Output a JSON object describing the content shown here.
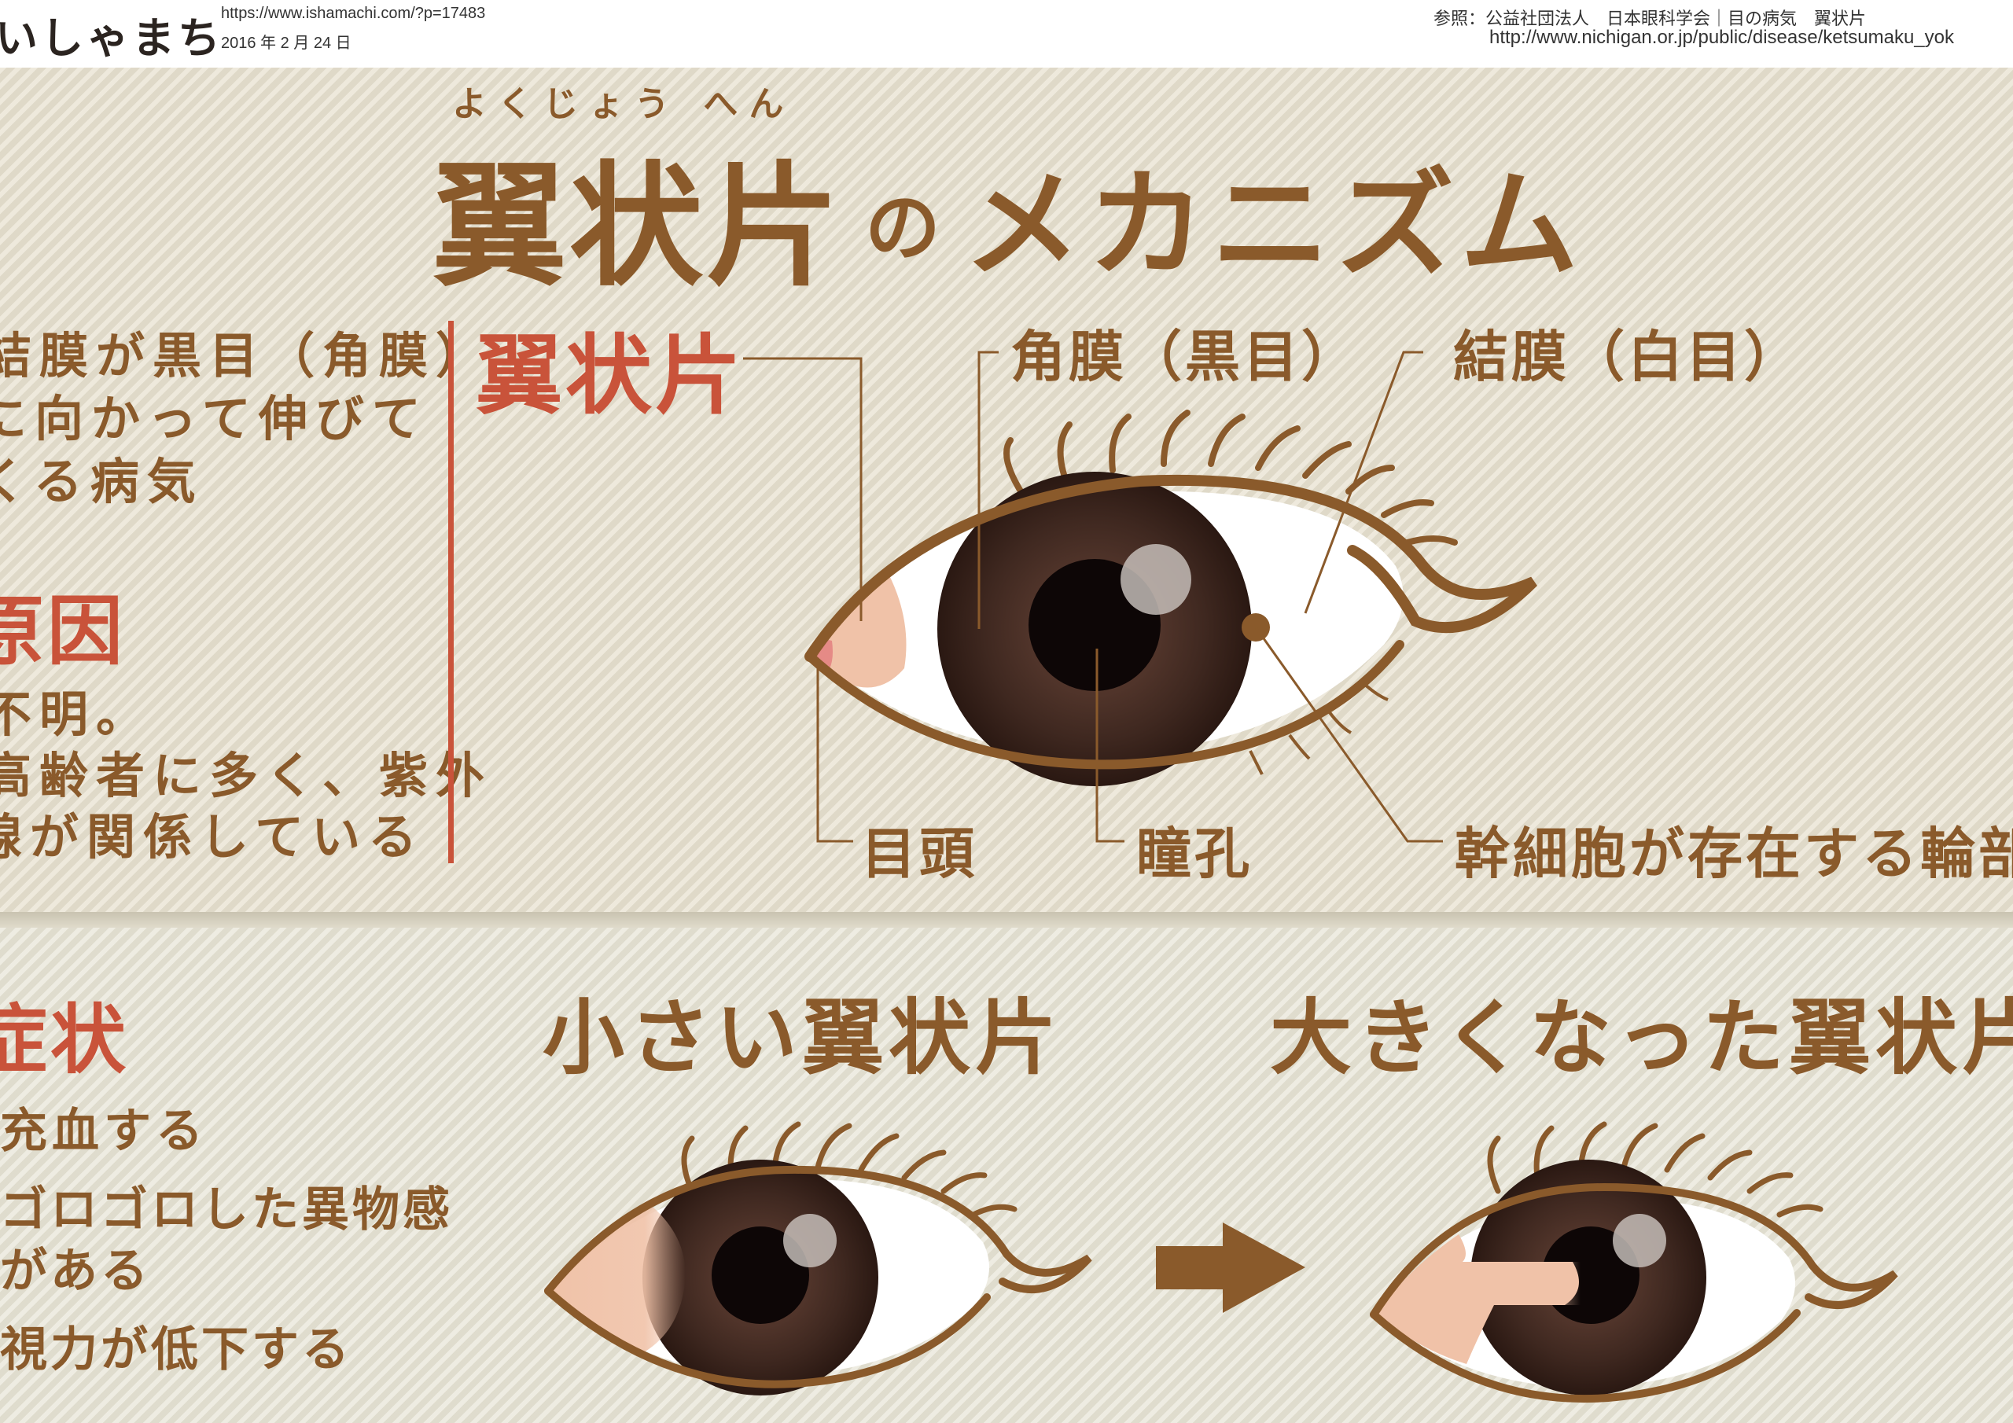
{
  "header": {
    "logo": "いしゃまち",
    "url": "https://www.ishamachi.com/?p=17483",
    "date": "2016 年 2 月 24 日",
    "reference_line1": "参照：公益社団法人　日本眼科学会｜目の病気　翼状片",
    "reference_line2": "http://www.nichigan.or.jp/public/disease/ketsumaku_yok"
  },
  "title": {
    "ruby": "よくじょう へん",
    "kanji": "翼状片",
    "particle": "の",
    "rest": "メカニズム"
  },
  "definition": {
    "lines": [
      "結膜が黒目（角膜）",
      "に向かって伸びて",
      "くる病気"
    ]
  },
  "cause": {
    "heading": "原因",
    "lines": [
      "不明。",
      "高齢者に多く、紫外",
      "線が関係している"
    ]
  },
  "symptoms": {
    "heading": "症状",
    "items": [
      "充血する",
      "ゴロゴロした異物感",
      "がある",
      "視力が低下する"
    ]
  },
  "diagram": {
    "pterygium_label": "翼状片",
    "cornea_label": "角膜（黒目）",
    "conjunctiva_label": "結膜（白目）",
    "inner_corner_label": "目頭",
    "pupil_label": "瞳孔",
    "limbus_label": "幹細胞が存在する輪部"
  },
  "comparison": {
    "small_label": "小さい翼状片",
    "large_label": "大きくなった翼状片"
  },
  "colors": {
    "brown": "#8a5a2b",
    "red": "#c9533a",
    "iris": "#3b2620",
    "pupil": "#0d0606",
    "pterygium": "#f0c2a8",
    "background": "#e7e1cf"
  }
}
